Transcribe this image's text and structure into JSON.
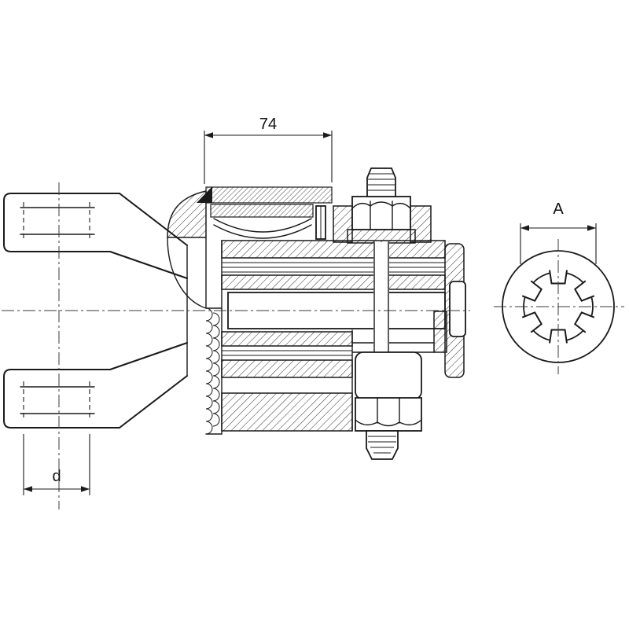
{
  "drawing": {
    "type": "technical-drawing",
    "background_color": "#ffffff",
    "line_color": "#1a1a1a",
    "dimensions": {
      "housing_length": "74",
      "yoke_bore_diameter": "d",
      "spline_bore_diameter": "A"
    }
  }
}
